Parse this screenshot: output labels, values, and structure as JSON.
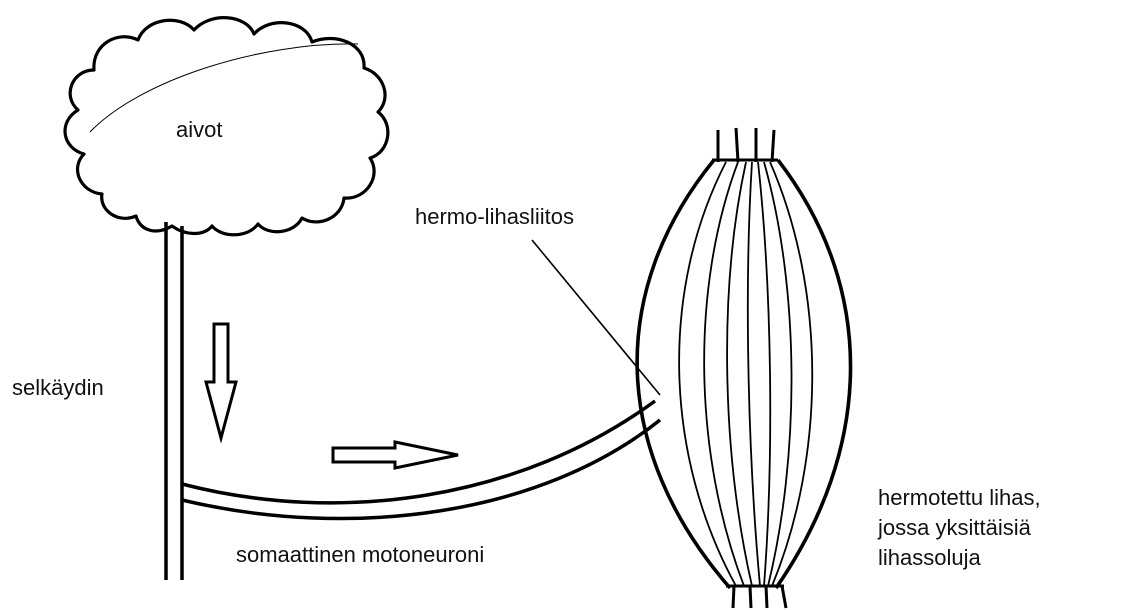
{
  "labels": {
    "brain": "aivot",
    "junction": "hermo-lihasliitos",
    "spinal_cord": "selkäydin",
    "motor_neuron": "somaattinen motoneuroni",
    "muscle_lines": [
      "hermotettu lihas,",
      "jossa yksittäisiä",
      "lihassoluja"
    ]
  },
  "colors": {
    "stroke": "#000000",
    "text": "#111111",
    "background": "#ffffff"
  }
}
